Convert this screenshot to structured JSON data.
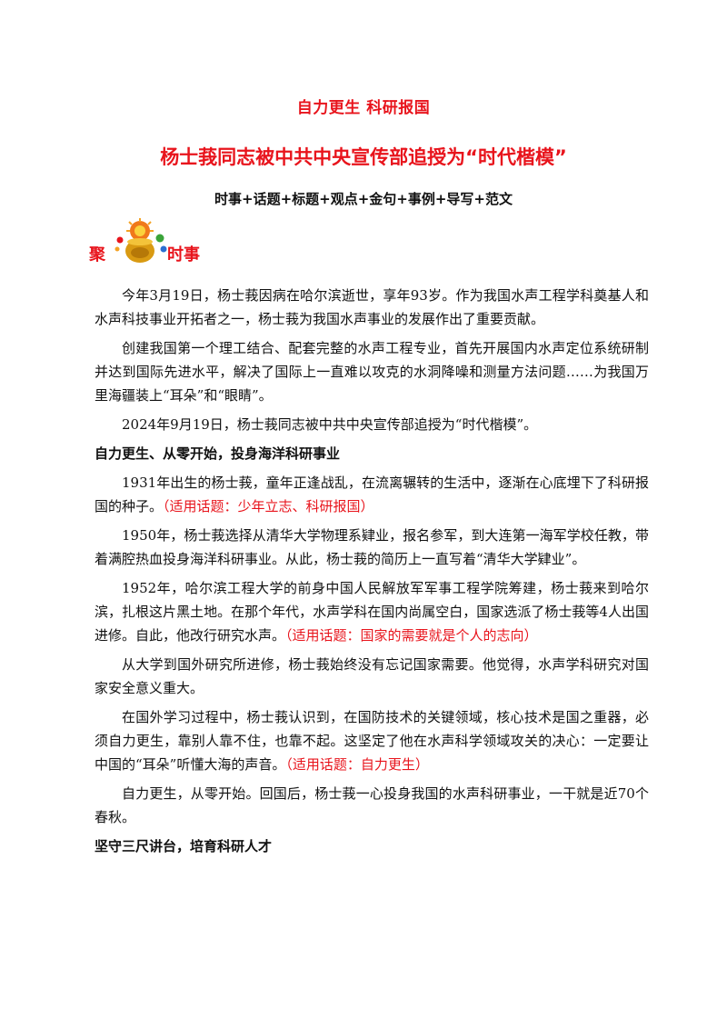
{
  "header": {
    "title1": "自力更生  科研报国",
    "title2": "杨士莪同志被中共中央宣传部追授为“时代楷模”",
    "subtitle": "时事+话题+标题+观点+金句+事例+导写+范文"
  },
  "section": {
    "char1": "聚",
    "char2": "时事"
  },
  "paragraphs": {
    "p1": "今年3月19日，杨士莪因病在哈尔滨逝世，享年93岁。作为我国水声工程学科奠基人和水声科技事业开拓者之一，杨士莪为我国水声事业的发展作出了重要贡献。",
    "p2": "创建我国第一个理工结合、配套完整的水声工程专业，首先开展国内水声定位系统研制并达到国际先进水平，解决了国际上一直难以攻克的水洞降噪和测量方法问题……为我国万里海疆装上“耳朵”和“眼睛”。",
    "p3": "2024年9月19日，杨士莪同志被中共中央宣传部追授为“时代楷模”。",
    "h1": "自力更生、从零开始，投身海洋科研事业",
    "p4": "1931年出生的杨士莪，童年正逢战乱，在流离辗转的生活中，逐渐在心底埋下了科研报国的种子。",
    "p4_topic": "（适用话题：少年立志、科研报国）",
    "p5": "1950年，杨士莪选择从清华大学物理系肄业，报名参军，到大连第一海军学校任教，带着满腔热血投身海洋科研事业。从此，杨士莪的简历上一直写着“清华大学肄业”。",
    "p6": "1952年，哈尔滨工程大学的前身中国人民解放军军事工程学院筹建，杨士莪来到哈尔滨，扎根这片黑土地。在那个年代，水声学科在国内尚属空白，国家选派了杨士莪等4人出国进修。自此，他改行研究水声。",
    "p6_topic": "（适用话题：国家的需要就是个人的志向）",
    "p7": "从大学到国外研究所进修，杨士莪始终没有忘记国家需要。他觉得，水声学科研究对国家安全意义重大。",
    "p8": "在国外学习过程中，杨士莪认识到，在国防技术的关键领域，核心技术是国之重器，必须自力更生，靠别人靠不住，也靠不起。这坚定了他在水声科学领域攻关的决心：一定要让中国的“耳朵”听懂大海的声音。",
    "p8_topic": "（适用话题：自力更生）",
    "p9": "自力更生，从零开始。回国后，杨士莪一心投身我国的水声科研事业，一干就是近70个春秋。",
    "h2": "坚守三尺讲台，培育科研人才"
  },
  "colors": {
    "accent": "#e8141c",
    "text": "#111111"
  }
}
